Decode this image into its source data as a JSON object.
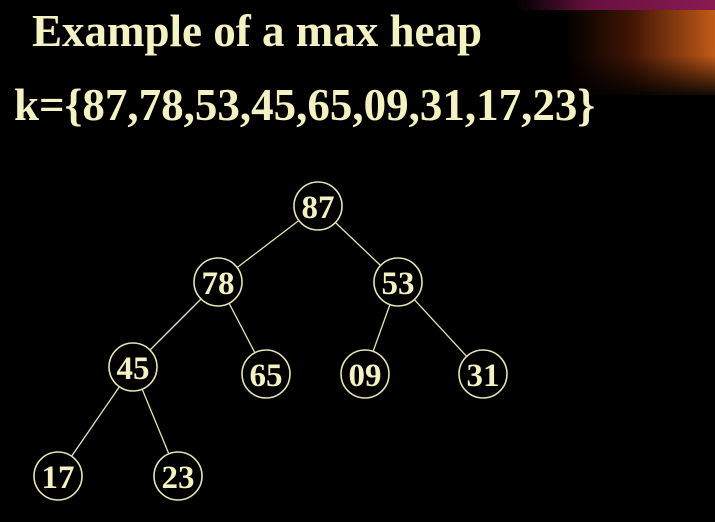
{
  "title": "Example of a max heap",
  "keys_line": "k={87,78,53,45,65,09,31,17,23}",
  "nodes": [
    {
      "id": "n87",
      "label": "87"
    },
    {
      "id": "n78",
      "label": "78"
    },
    {
      "id": "n53",
      "label": "53"
    },
    {
      "id": "n45",
      "label": "45"
    },
    {
      "id": "n65",
      "label": "65"
    },
    {
      "id": "n09",
      "label": "09"
    },
    {
      "id": "n31",
      "label": "31"
    },
    {
      "id": "n17",
      "label": "17"
    },
    {
      "id": "n23",
      "label": "23"
    }
  ],
  "edges": [
    {
      "from": "n87",
      "to": "n78"
    },
    {
      "from": "n87",
      "to": "n53"
    },
    {
      "from": "n78",
      "to": "n45"
    },
    {
      "from": "n78",
      "to": "n65"
    },
    {
      "from": "n53",
      "to": "n09"
    },
    {
      "from": "n53",
      "to": "n31"
    },
    {
      "from": "n45",
      "to": "n17"
    },
    {
      "from": "n45",
      "to": "n23"
    }
  ],
  "colors": {
    "background": "#000000",
    "text": "#f4f1c3",
    "lines": "#e6e3b4",
    "accent_orange": "#cd5f19",
    "accent_magenta": "#8a1a52"
  }
}
